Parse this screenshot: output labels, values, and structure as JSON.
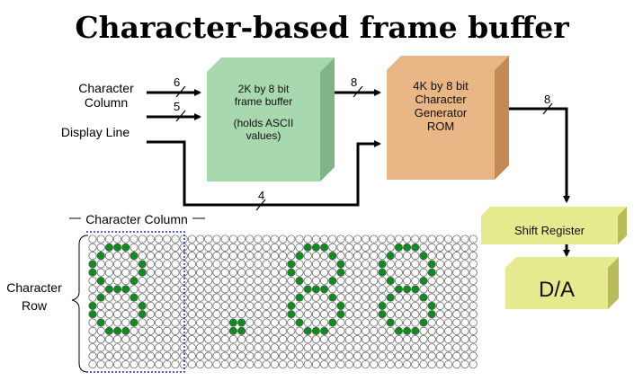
{
  "title": "Character-based frame buffer",
  "labels": {
    "character_column": "Character Column",
    "display_line": "Display Line",
    "grid_character_column": "Character Column",
    "character_row": "Character Row"
  },
  "blocks": {
    "frame_buffer": [
      "2K by 8 bit",
      "frame buffer",
      "",
      "(holds ASCII",
      "values)"
    ],
    "char_gen": [
      "4K by 8 bit",
      "Character",
      "Generator",
      "ROM"
    ],
    "shift_register": "Shift Register",
    "da": "D/A"
  },
  "bus_widths": {
    "char_column": "6",
    "display_line": "5",
    "fb_to_rom": "8",
    "line_to_rom": "4",
    "rom_out": "8"
  },
  "colors": {
    "frame_buffer_front": "#a8d8ae",
    "frame_buffer_side": "#7fb487",
    "rom_front": "#e8b785",
    "rom_side": "#c48a55",
    "register_front": "#e6ea8e",
    "register_side": "#b8bc58",
    "pixel_on": "#0e8c1e",
    "pixel_off": "#ffffff",
    "dotted_box": "#1a2fa8"
  }
}
